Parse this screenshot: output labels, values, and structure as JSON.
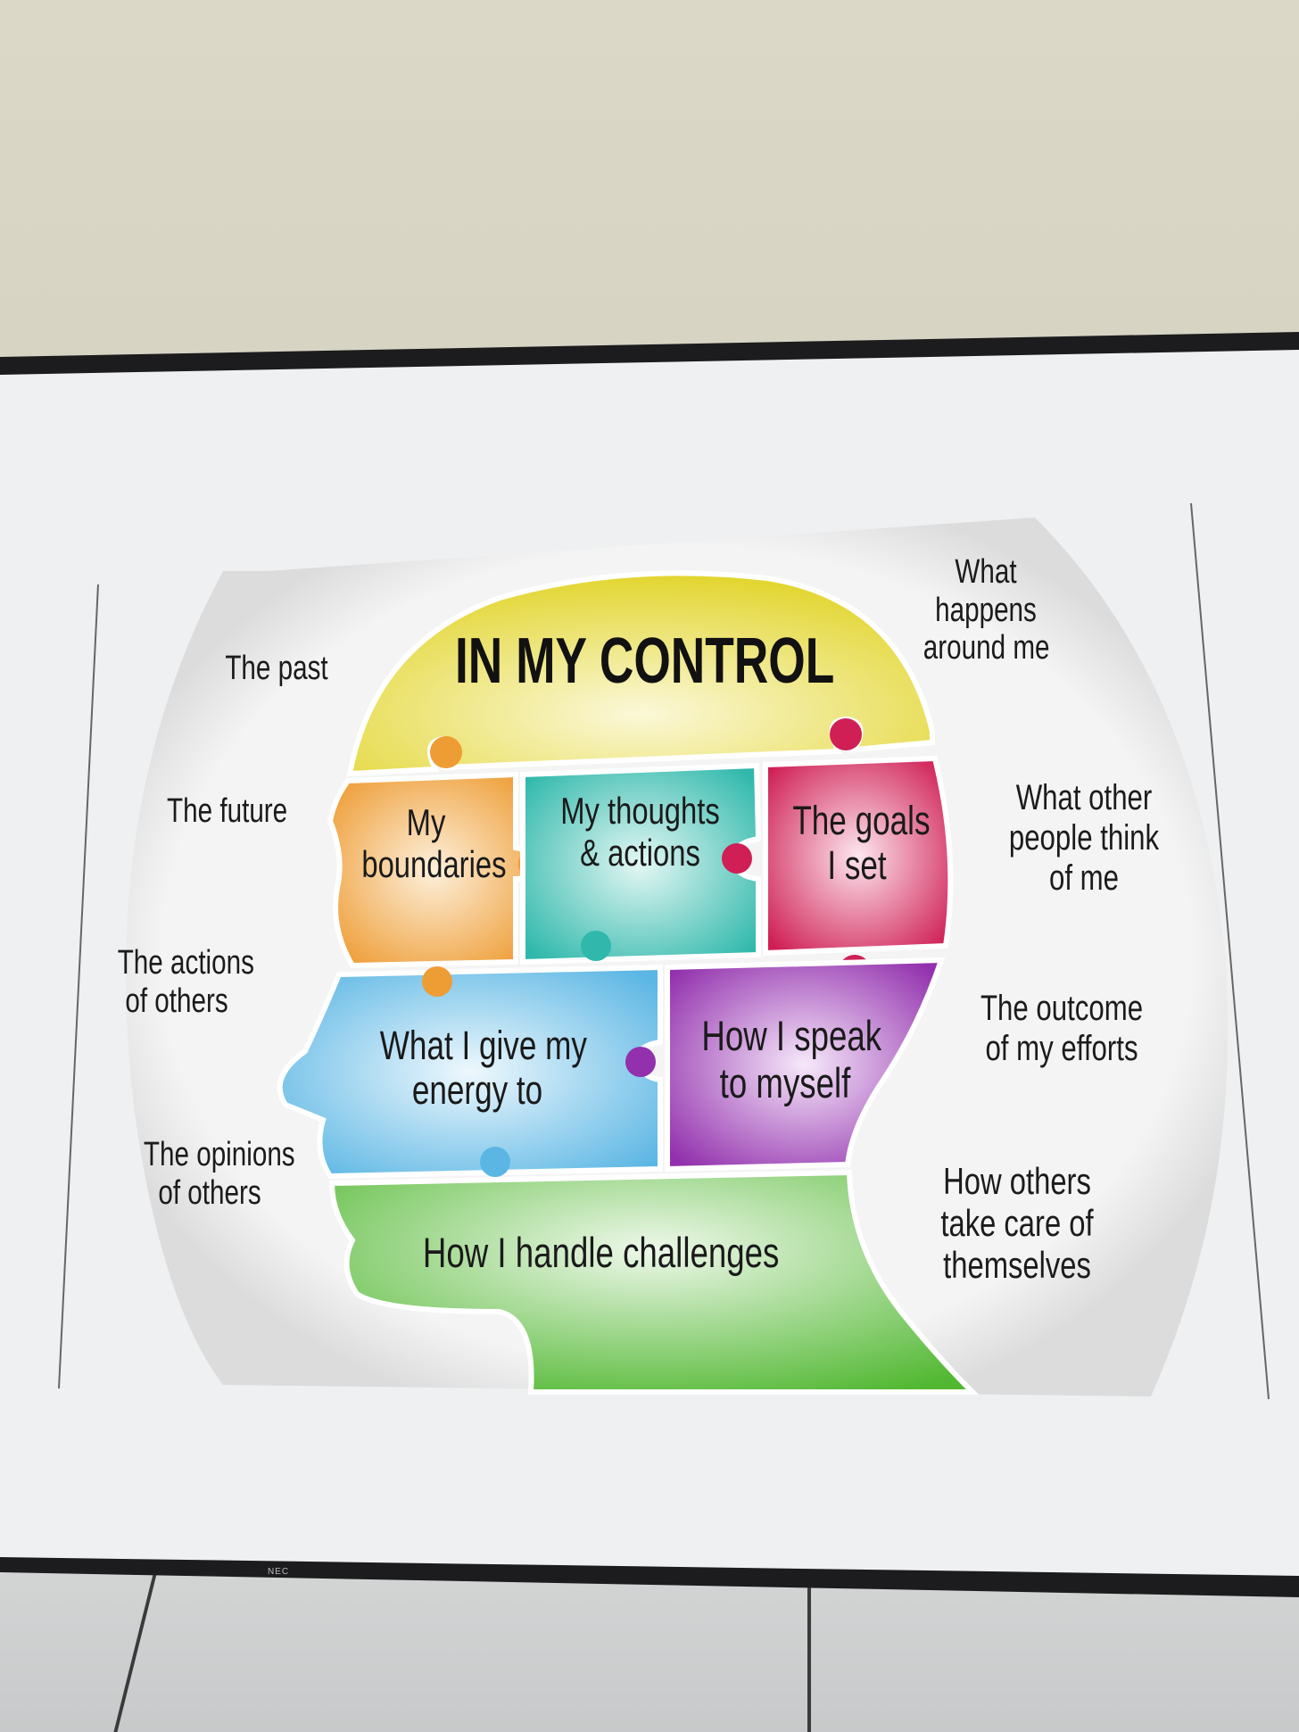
{
  "slide": {
    "title": "IN MY CONTROL",
    "pieces": {
      "boundaries": [
        "My",
        "boundaries"
      ],
      "thoughts": [
        "My thoughts",
        "& actions"
      ],
      "goals": [
        "The goals",
        "I set"
      ],
      "energy": [
        "What I give my",
        "energy to"
      ],
      "speak": [
        "How I speak",
        "to myself"
      ],
      "challenges": [
        "How I handle challenges"
      ]
    },
    "outside_left": {
      "past": [
        "The past"
      ],
      "future": [
        "The future"
      ],
      "actions": [
        "The actions",
        "of others"
      ],
      "opinions": [
        "The opinions",
        "of others"
      ]
    },
    "outside_right": {
      "happens": [
        "What",
        "happens",
        "around me"
      ],
      "think": [
        "What other",
        "people think",
        "of me"
      ],
      "outcome": [
        "The outcome",
        "of my efforts"
      ],
      "care": [
        "How others",
        "take care of",
        "themselves"
      ]
    }
  },
  "monitor": {
    "brand": "NEC"
  },
  "colors": {
    "yellow": "#e8dc3c",
    "orange": "#f0a640",
    "teal": "#3cc0b4",
    "crimson": "#d8245c",
    "blue": "#6cc0e8",
    "purple": "#9c3cb4",
    "green": "#5cc03c",
    "bezel": "#1c1c1e",
    "screen": "#eef0f2"
  }
}
